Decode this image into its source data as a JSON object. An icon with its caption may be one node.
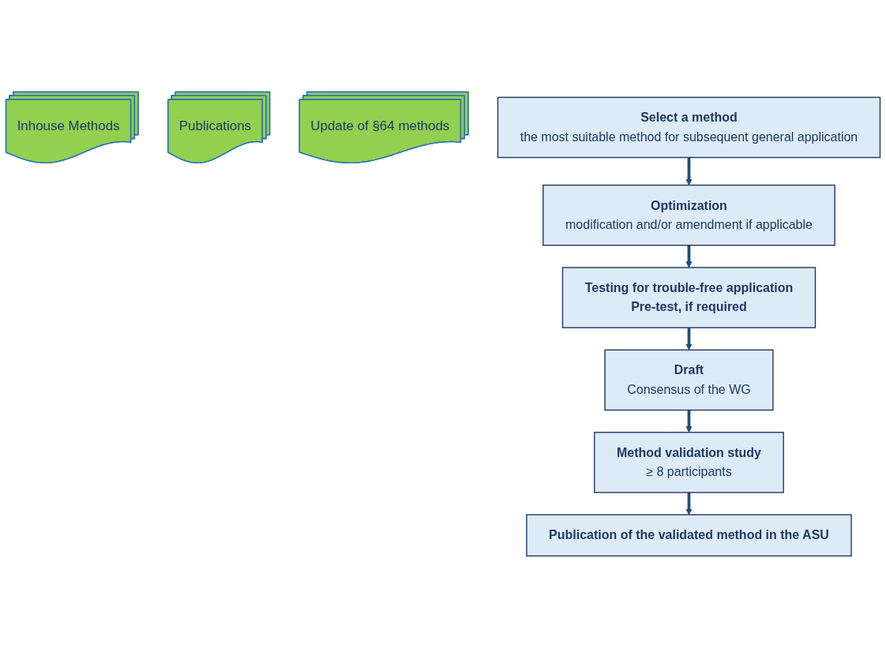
{
  "diagram": {
    "nodes": [
      {
        "text": [
          "Inhouse Methods"
        ]
      },
      {
        "text": [
          "Publications"
        ]
      },
      {
        "text": [
          "Update of §64 methods"
        ]
      },
      {
        "text": [
          "Select a method",
          "the most suitable method for subsequent general application"
        ]
      },
      {
        "text": [
          "Optimization",
          "modification and/or amendment if applicable"
        ]
      },
      {
        "text": [
          "Testing for trouble-free application",
          "Pre-test, if required"
        ]
      },
      {
        "text": [
          "Draft",
          "Consensus of the WG"
        ]
      },
      {
        "text": [
          "Method validation study",
          "≥ 8 participants"
        ]
      },
      {
        "text": [
          "Publication of the validated method in the ASU"
        ]
      }
    ],
    "edges": [
      {
        "from": 3,
        "to": 4,
        "arrow": "to"
      },
      {
        "from": 4,
        "to": 5,
        "arrow": "to"
      },
      {
        "from": 5,
        "to": 6,
        "arrow": "to"
      },
      {
        "from": 6,
        "to": 7,
        "arrow": "to"
      },
      {
        "from": 7,
        "to": 8,
        "arrow": "to"
      }
    ]
  }
}
